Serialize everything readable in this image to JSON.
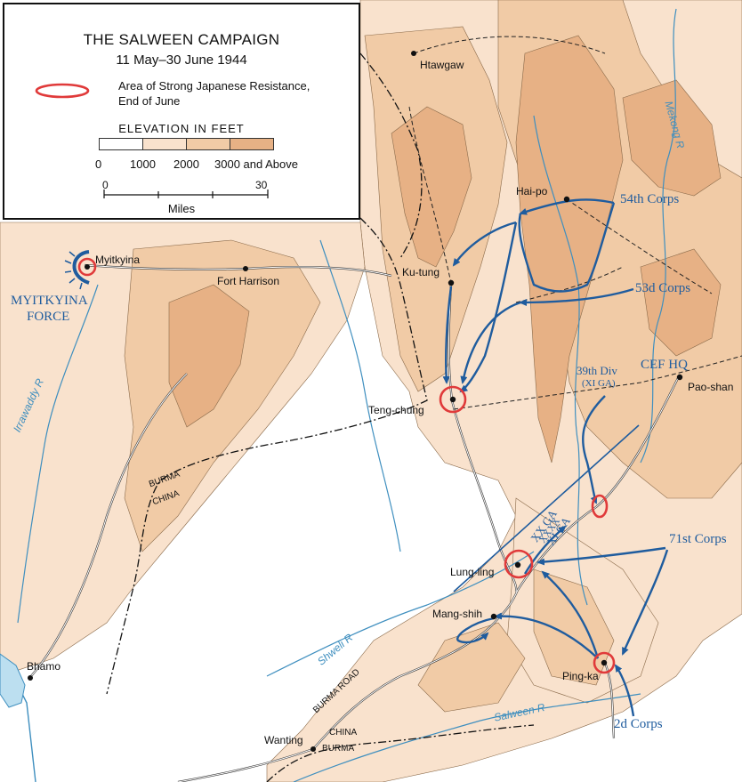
{
  "legend": {
    "title": "THE SALWEEN CAMPAIGN",
    "dates": "11 May–30 June 1944",
    "resistance_line1": "Area of Strong Japanese Resistance,",
    "resistance_line2": "End of June",
    "elevation_title": "ELEVATION IN FEET",
    "elevation_ticks": [
      "0",
      "1000",
      "2000",
      "3000 and Above"
    ],
    "elevation_colors": [
      "#ffffff",
      "#f9e2cd",
      "#f1cba6",
      "#e7b185"
    ],
    "scale_ticks": [
      "0",
      "30"
    ],
    "scale_unit": "Miles"
  },
  "places": {
    "htawgaw": "Htawgaw",
    "myitkyina": "Myitkyina",
    "fort_harrison": "Fort Harrison",
    "ku_tung": "Ku-tung",
    "hai_po": "Hai-po",
    "teng_chung": "Teng-chung",
    "pao_shan": "Pao-shan",
    "lung_ling": "Lung-ling",
    "mang_shih": "Mang-shih",
    "ping_ka": "Ping-ka",
    "bhamo": "Bhamo",
    "wanting": "Wanting"
  },
  "units": {
    "corps_54": "54th Corps",
    "corps_53": "53d Corps",
    "cef_hq": "CEF HQ",
    "div_39": "39th Div",
    "div_39_sub": "(XI GA)",
    "corps_71": "71st Corps",
    "corps_2": "2d Corps",
    "myitkyina_force_1": "MYITKYINA",
    "myitkyina_force_2": "FORCE",
    "ga_xx": "XX GA",
    "ga_xxxx": "XXXX",
    "ga_xi": "XI GA"
  },
  "rivers": {
    "mekong": "Mekong R",
    "irrawaddy": "Irrawaddy R",
    "shweli": "Shweli R",
    "salween": "Salween R"
  },
  "borders": {
    "burma_1": "BURMA",
    "china_1": "CHINA",
    "china_2": "CHINA",
    "burma_2": "BURMA",
    "burma_road": "BURMA ROAD"
  },
  "colors": {
    "unit_blue": "#1f5c9e",
    "resistance_red": "#e03a3a",
    "river_blue": "#3f8fbf"
  }
}
